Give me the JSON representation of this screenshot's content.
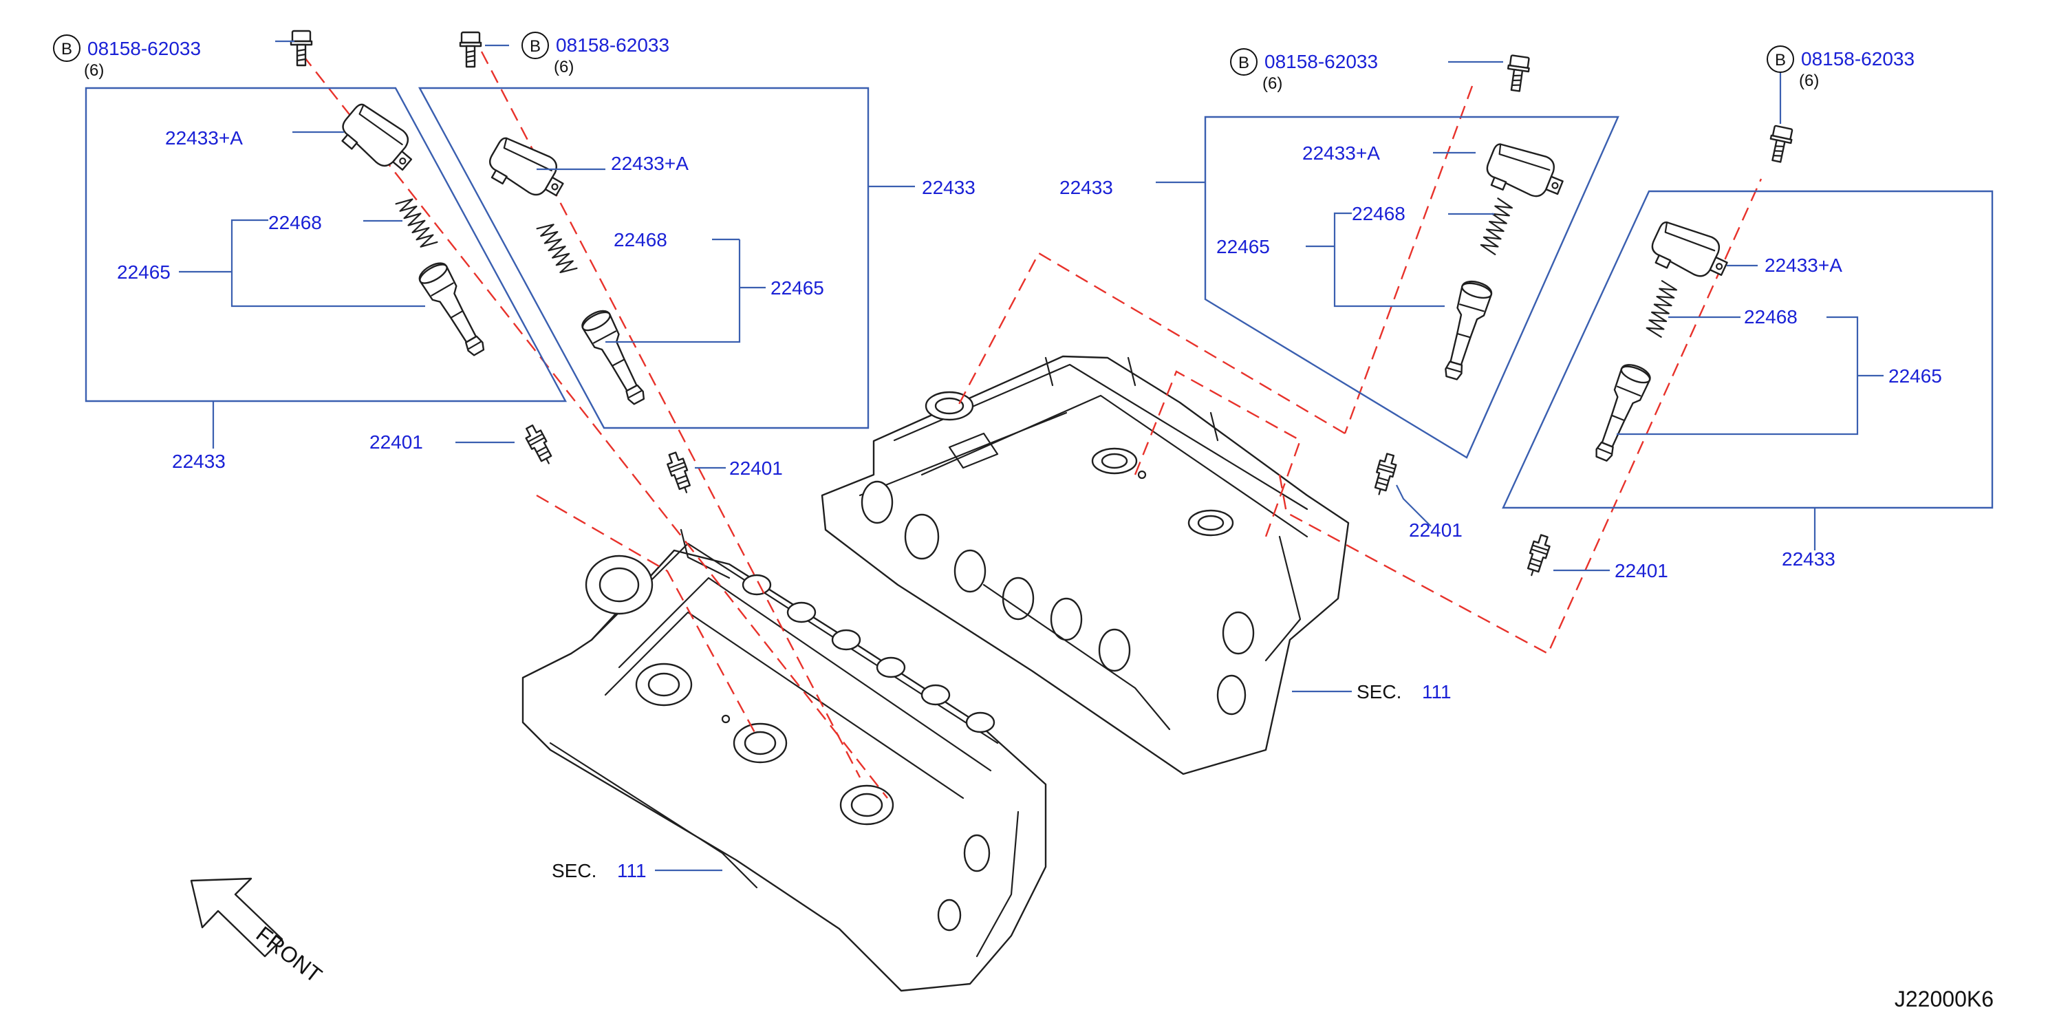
{
  "diagram_code": "J22000K6",
  "front_label": "FRONT",
  "colors": {
    "leader": "#3a5fb0",
    "centerline": "#e8322b",
    "label": "#1a21d6",
    "drawing": "#1f1f1f"
  },
  "bolt_callout": {
    "circle_letter": "B",
    "part_no": "08158-62033",
    "qty": "(6)"
  },
  "parts": {
    "coil_assembly": "22433",
    "coil_kit": "22433+A",
    "coil_spring": "22468",
    "coil_boot": "22465",
    "spark_plug": "22401"
  },
  "section_ref": {
    "prefix": "SEC.",
    "number": "111"
  }
}
